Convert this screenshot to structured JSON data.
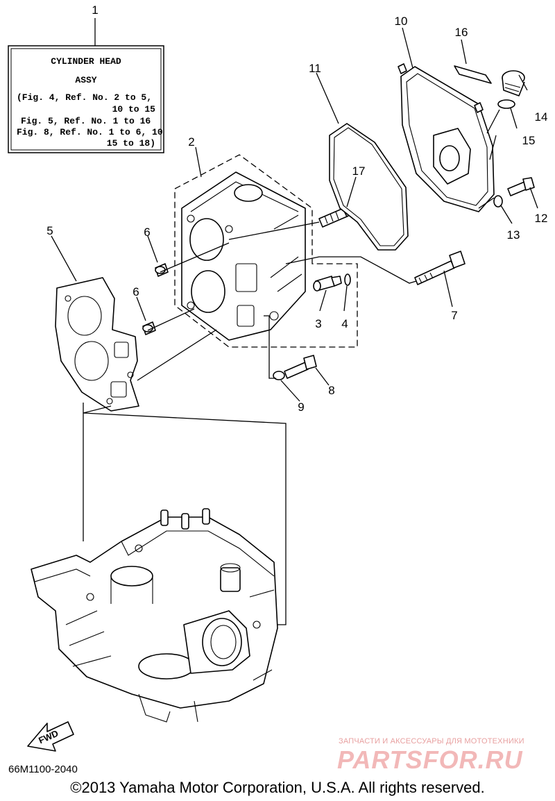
{
  "assembly_box": {
    "callout": "1",
    "lines": [
      "CYLINDER HEAD",
      "ASSY",
      "(Fig. 4, Ref. No. 2 to 5,",
      "10 to 15",
      "Fig. 5, Ref. No. 1 to 16",
      "Fig. 8, Ref. No. 1 to 6, 10",
      "15 to 18)"
    ]
  },
  "callouts": [
    "2",
    "3",
    "4",
    "5",
    "6",
    "6",
    "7",
    "8",
    "9",
    "10",
    "11",
    "12",
    "13",
    "14",
    "15",
    "16",
    "17"
  ],
  "fwd_label": "FWD",
  "drawing_code": "66M1100-2040",
  "copyright": "©2013 Yamaha Motor Corporation, U.S.A. All rights reserved.",
  "watermark": {
    "tagline": "ЗАПЧАСТИ И АКСЕССУАРЫ ДЛЯ МОТОТЕХНИКИ",
    "brand": "PARTSFOR.RU"
  }
}
